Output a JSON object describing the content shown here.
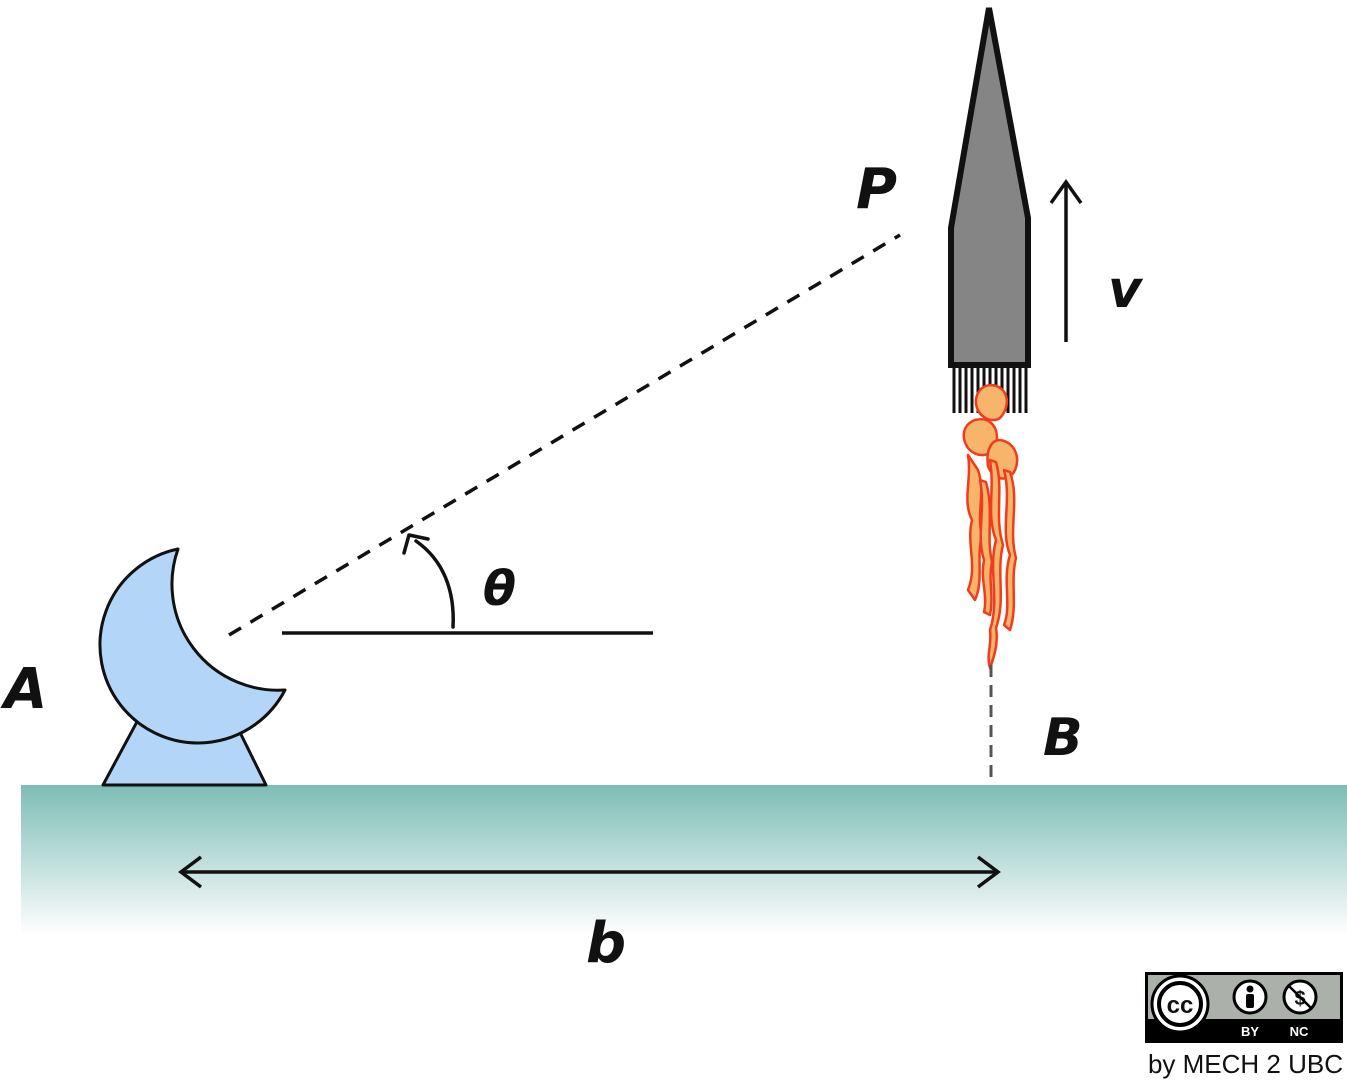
{
  "labels": {
    "point_a": "A",
    "point_b": "B",
    "point_p": "P",
    "angle": "θ",
    "velocity": "v",
    "distance": "b"
  },
  "license": {
    "cc": "cc",
    "by": "BY",
    "nc": "NC",
    "credit": "by MECH 2 UBC"
  },
  "colors": {
    "ground_top": "#7dbdb5",
    "ground_bottom": "#ffffff",
    "radar_fill": "#b3d5f7",
    "rocket_fill": "#858585",
    "flame_outer": "#f03c1e",
    "flame_inner": "#f7b56b",
    "ink": "#111111"
  },
  "icons": {
    "radar": "radar-dish-icon",
    "rocket": "rocket-icon",
    "cc_logo": "creative-commons-icon",
    "by": "attribution-person-icon",
    "nc": "noncommercial-dollar-icon"
  }
}
